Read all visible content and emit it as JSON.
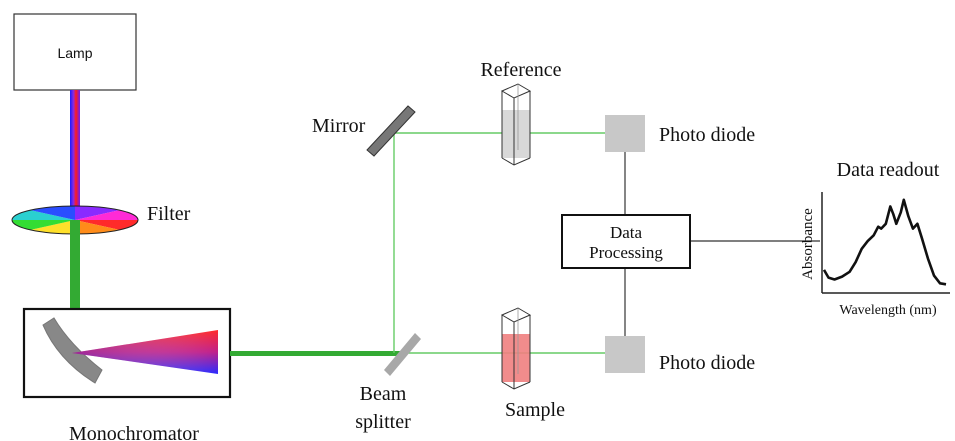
{
  "labels": {
    "lamp": "Lamp",
    "filter": "Filter",
    "monochromator": "Monochromator",
    "mirror": "Mirror",
    "reference": "Reference",
    "beam_splitter_line1": "Beam",
    "beam_splitter_line2": "splitter",
    "sample": "Sample",
    "photo_diode_top": "Photo diode",
    "photo_diode_bottom": "Photo diode",
    "data_processing_line1": "Data",
    "data_processing_line2": "Processing",
    "data_readout": "Data readout",
    "y_axis": "Absorbance",
    "x_axis": "Wavelength (nm)"
  },
  "colors": {
    "beam_green": "#33aa33",
    "light_green": "#66cc66",
    "gray_component": "#999999",
    "photodiode_gray": "#c8c8c8",
    "sample_liquid": "#f08080",
    "reference_liquid": "#d8d8d8"
  },
  "filter_wheel_colors": [
    "#ff2a2a",
    "#ff8c1a",
    "#ffe02a",
    "#33dd33",
    "#2ad0d0",
    "#2a4dff",
    "#8a2aff",
    "#ff2ad6"
  ],
  "spectrum_trace": [
    [
      0.0,
      0.78
    ],
    [
      0.03,
      0.86
    ],
    [
      0.07,
      0.88
    ],
    [
      0.12,
      0.85
    ],
    [
      0.17,
      0.8
    ],
    [
      0.21,
      0.7
    ],
    [
      0.25,
      0.56
    ],
    [
      0.29,
      0.48
    ],
    [
      0.33,
      0.42
    ],
    [
      0.36,
      0.33
    ],
    [
      0.38,
      0.35
    ],
    [
      0.41,
      0.3
    ],
    [
      0.44,
      0.12
    ],
    [
      0.46,
      0.2
    ],
    [
      0.48,
      0.3
    ],
    [
      0.51,
      0.18
    ],
    [
      0.53,
      0.05
    ],
    [
      0.56,
      0.22
    ],
    [
      0.59,
      0.35
    ],
    [
      0.62,
      0.3
    ],
    [
      0.65,
      0.45
    ],
    [
      0.69,
      0.66
    ],
    [
      0.73,
      0.84
    ],
    [
      0.77,
      0.92
    ],
    [
      0.81,
      0.93
    ]
  ]
}
